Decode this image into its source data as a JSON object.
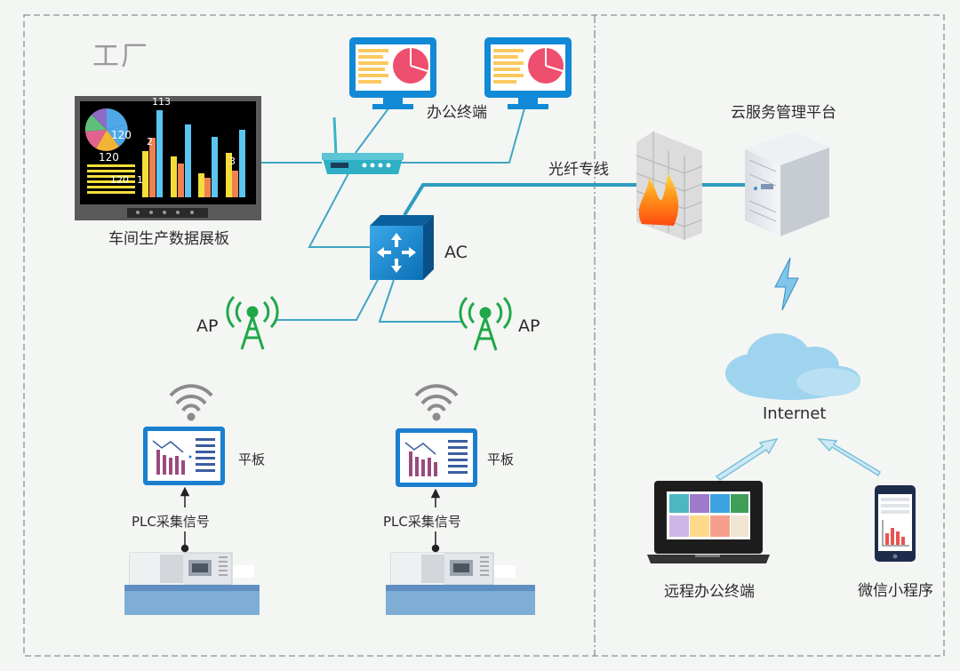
{
  "factory_title": "工厂",
  "labels": {
    "dashboard": "车间生产数据展板",
    "office_terminal": "办公终端",
    "cloud_platform": "云服务管理平台",
    "fiber_line": "光纤专线",
    "ac": "AC",
    "ap_left": "AP",
    "ap_right": "AP",
    "internet": "Internet",
    "tablet_1": "平板",
    "tablet_2": "平板",
    "plc_1": "PLC采集信号",
    "plc_2": "PLC采集信号",
    "remote_office": "远程办公终端",
    "wechat_mini": "微信小程序"
  },
  "dashboard_values": {
    "top": "113",
    "pie_a": "120",
    "pie_b": "120",
    "list": "120",
    "small_a": "1",
    "small_b": "2",
    "small_c": "3"
  },
  "colors": {
    "link": "#3fa6c4",
    "fiber": "#2e9cc0",
    "monitor_blue": "#1289d6",
    "ap_green": "#1fa84a",
    "cloud": "#9fd4ee",
    "border_dash": "#8a8f96"
  }
}
